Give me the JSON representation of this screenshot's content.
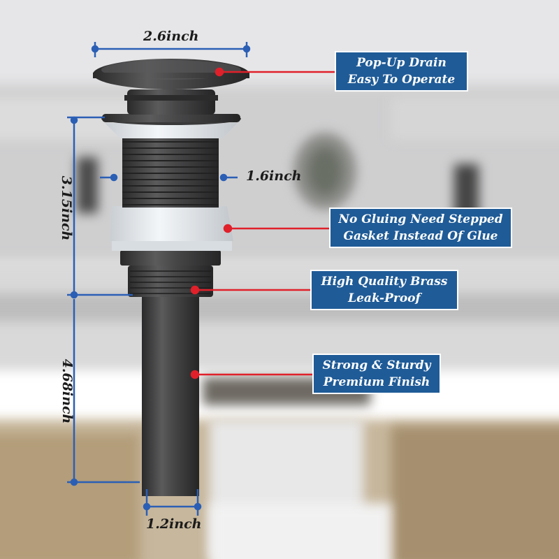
{
  "dimensions": {
    "cap_width": "2.6inch",
    "body_diameter": "1.6inch",
    "upper_height": "3.15inch",
    "tail_length": "4.68inch",
    "tail_diameter": "1.2inch"
  },
  "callouts": [
    {
      "line1": "Pop-Up Drain",
      "line2": "Easy To Operate"
    },
    {
      "line1": "No Gluing Need Stepped",
      "line2": "Gasket Instead Of Glue"
    },
    {
      "line1": "High Quality Brass",
      "line2": "Leak-Proof"
    },
    {
      "line1": "Strong & Sturdy",
      "line2": "Premium Finish"
    }
  ],
  "colors": {
    "callout_bg": "#1f5b97",
    "dimension_line": "#2b5fb5",
    "pointer_line": "#e0202a",
    "metal_finish": "#3f3f40",
    "gasket": "#e9eef2"
  }
}
